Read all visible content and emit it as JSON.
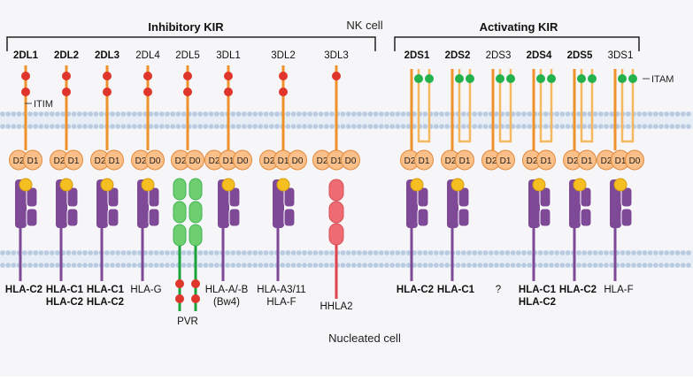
{
  "colors": {
    "background": "#f6f6f8",
    "membrane": "#b9cbe0",
    "kir_stalk": "#f0922b",
    "kir_tail_light": "#f4b860",
    "ig_domain": "#fbc08a",
    "itim": "#e0352b",
    "itam": "#22b14c",
    "hla": "#7e4a97",
    "peptide": "#f5bf21",
    "pvr": "#6fcf70",
    "pvr_line": "#19a33a",
    "hhla2": "#ef6b73",
    "hhla2_line": "#e0424d"
  },
  "groups": {
    "inhibitory": "Inhibitory KIR",
    "activating": "Activating KIR"
  },
  "cells": {
    "nk": "NK cell",
    "nucleated": "Nucleated cell"
  },
  "motif_labels": {
    "itim": "ITIM",
    "itam": "ITAM"
  },
  "receptors": [
    {
      "name": "2DL1",
      "bold": true,
      "domains": [
        "D2",
        "D1"
      ],
      "ligand": [
        "HLA-C2"
      ],
      "ligand_bold": true,
      "ligand_shape": "hla"
    },
    {
      "name": "2DL2",
      "bold": true,
      "domains": [
        "D2",
        "D1"
      ],
      "ligand": [
        "HLA-C1",
        "HLA-C2"
      ],
      "ligand_bold": true,
      "ligand_shape": "hla"
    },
    {
      "name": "2DL3",
      "bold": true,
      "domains": [
        "D2",
        "D1"
      ],
      "ligand": [
        "HLA-C1",
        "HLA-C2"
      ],
      "ligand_bold": true,
      "ligand_shape": "hla"
    },
    {
      "name": "2DL4",
      "bold": false,
      "domains": [
        "D2",
        "D0"
      ],
      "ligand": [
        "HLA-G"
      ],
      "ligand_bold": false,
      "ligand_shape": "hla"
    },
    {
      "name": "2DL5",
      "bold": false,
      "domains": [
        "D2",
        "D0"
      ],
      "ligand": [
        "PVR"
      ],
      "ligand_bold": false,
      "ligand_shape": "pvr"
    },
    {
      "name": "3DL1",
      "bold": false,
      "domains": [
        "D2",
        "D1",
        "D0"
      ],
      "ligand": [
        "HLA-A/-B",
        "(Bw4)"
      ],
      "ligand_bold": false,
      "ligand_shape": "hla"
    },
    {
      "name": "3DL2",
      "bold": false,
      "domains": [
        "D2",
        "D1",
        "D0"
      ],
      "ligand": [
        "HLA-A3/11",
        "HLA-F"
      ],
      "ligand_bold": false,
      "ligand_shape": "hla"
    },
    {
      "name": "3DL3",
      "bold": false,
      "domains": [
        "D2",
        "D1",
        "D0"
      ],
      "ligand": [
        "HHLA2"
      ],
      "ligand_bold": false,
      "ligand_shape": "hhla2"
    },
    {
      "name": "2DS1",
      "bold": true,
      "domains": [
        "D2",
        "D1"
      ],
      "ligand": [
        "HLA-C2"
      ],
      "ligand_bold": true,
      "ligand_shape": "hla"
    },
    {
      "name": "2DS2",
      "bold": true,
      "domains": [
        "D2",
        "D1"
      ],
      "ligand": [
        "HLA-C1"
      ],
      "ligand_bold": true,
      "ligand_shape": "hla"
    },
    {
      "name": "2DS3",
      "bold": false,
      "domains": [
        "D2",
        "D1"
      ],
      "ligand": [
        "?"
      ],
      "ligand_bold": false,
      "ligand_shape": "none"
    },
    {
      "name": "2DS4",
      "bold": true,
      "domains": [
        "D2",
        "D1"
      ],
      "ligand": [
        "HLA-C1",
        "HLA-C2"
      ],
      "ligand_bold": true,
      "ligand_shape": "hla"
    },
    {
      "name": "2DS5",
      "bold": true,
      "domains": [
        "D2",
        "D1"
      ],
      "ligand": [
        "HLA-C2"
      ],
      "ligand_bold": true,
      "ligand_shape": "hla"
    },
    {
      "name": "3DS1",
      "bold": false,
      "domains": [
        "D2",
        "D1",
        "D0"
      ],
      "ligand": [
        "HLA-F"
      ],
      "ligand_bold": false,
      "ligand_shape": "hla"
    }
  ]
}
